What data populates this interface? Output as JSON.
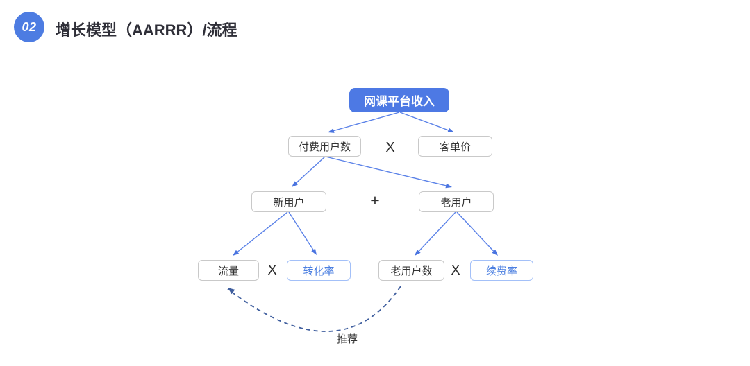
{
  "header": {
    "badge_number": "02",
    "title": "增长模型（AARRR）/流程"
  },
  "diagram": {
    "nodes": {
      "revenue": "网课平台收入",
      "paying_users": "付费用户数",
      "price_per_order": "客单价",
      "new_users": "新用户",
      "returning_users": "老用户",
      "traffic": "流量",
      "conversion_rate": "转化率",
      "returning_user_count": "老用户数",
      "renewal_rate": "续费率"
    },
    "operators": {
      "multiply_top": "X",
      "plus_mid": "+",
      "multiply_left": "X",
      "multiply_right": "X"
    },
    "feedback_label": "推荐"
  },
  "colors": {
    "badge_bg": "#4d7ce2",
    "root_bg": "#4d79e4",
    "arrow": "#5b82e8",
    "arrowhead": "#4a74e0",
    "highlight_border": "#a3c0f8",
    "highlight_text": "#4d80e1",
    "box_border": "#c9c9c9",
    "text_dark": "#333333",
    "feedback_arrow": "#3f5e9e"
  }
}
